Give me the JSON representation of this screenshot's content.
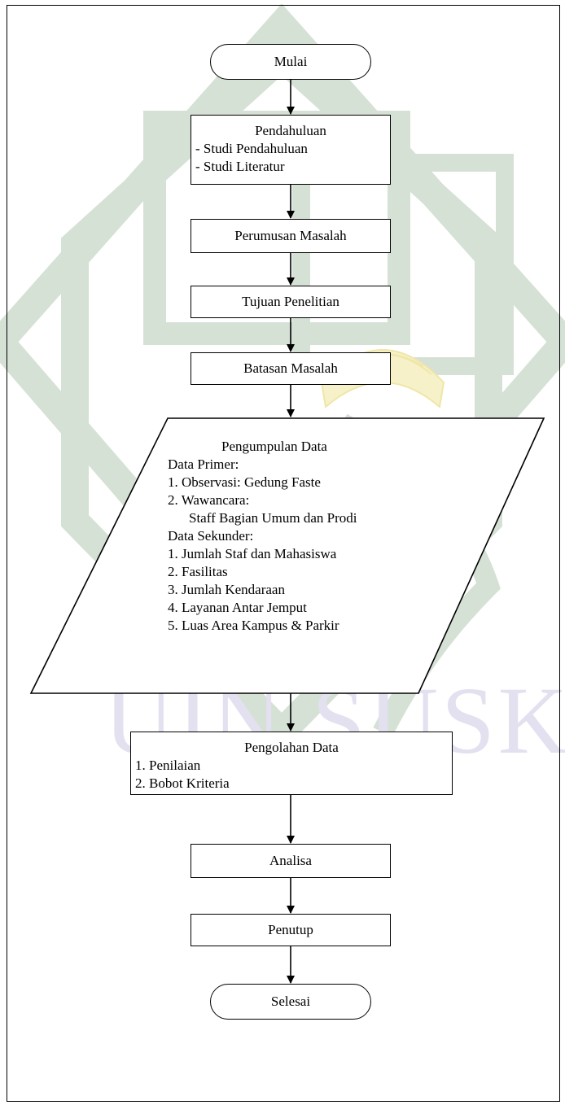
{
  "watermark": {
    "text": "UIN SUSKA RI"
  },
  "nodes": {
    "start": "Mulai",
    "intro": {
      "title": "Pendahuluan",
      "items": [
        "- Studi Pendahuluan",
        "- Studi Literatur"
      ]
    },
    "problem": "Perumusan Masalah",
    "goal": "Tujuan Penelitian",
    "limits": "Batasan Masalah",
    "collect": {
      "title": "Pengumpulan Data",
      "primary_label": "Data Primer:",
      "primary_items": [
        "1. Observasi: Gedung Faste",
        "2. Wawancara:"
      ],
      "primary_sub": "Staff Bagian Umum dan Prodi",
      "secondary_label": "Data Sekunder:",
      "secondary_items": [
        "1. Jumlah Staf dan Mahasiswa",
        "2. Fasilitas",
        "3. Jumlah Kendaraan",
        "4. Layanan Antar Jemput",
        "5. Luas Area Kampus & Parkir"
      ]
    },
    "process": {
      "title": "Pengolahan Data",
      "items": [
        "1. Penilaian",
        "2. Bobot Kriteria"
      ]
    },
    "analysis": "Analisa",
    "close": "Penutup",
    "end": "Selesai"
  }
}
